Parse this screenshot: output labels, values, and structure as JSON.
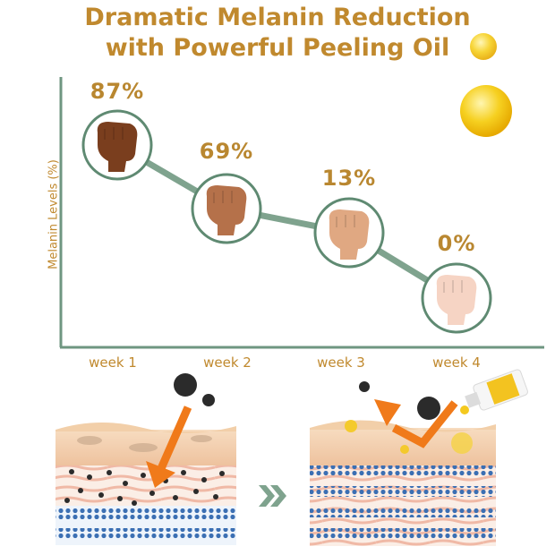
{
  "title": {
    "line1": "Dramatic Melanin Reduction",
    "line2": "with Powerful Peeling Oil"
  },
  "colors": {
    "title": "#c0892e",
    "axis": "#6f9681",
    "line": "#7fa38e",
    "circle_stroke": "#5f8a72",
    "skin_top": "#f4d6b8",
    "melanin": "#2b2b2b",
    "water_dots": "#3b6fb3",
    "arrow": "#f07a1a",
    "oil": "#f4c91e"
  },
  "chart_data": {
    "type": "line",
    "categories": [
      "week 1",
      "week 2",
      "week 3",
      "week 4"
    ],
    "values": [
      87,
      69,
      13,
      0
    ],
    "data_labels": [
      "87%",
      "69%",
      "13%",
      "0%"
    ],
    "ylabel": "Melanin Levels (%)",
    "xlabel": "",
    "ylim": [
      0,
      100
    ],
    "grid": false,
    "marker_icons": [
      "dark-fist-icon",
      "tan-fist-icon",
      "light-fist-icon",
      "pale-fist-icon"
    ],
    "marker_colors": [
      "#7a3e1e",
      "#b5714a",
      "#e0a882",
      "#f6d4c4"
    ]
  },
  "illustration": {
    "before_icon": "melanin-skin-layers-icon",
    "transition_icon": "double-chevron-right-icon",
    "after_icon": "clear-skin-layers-icon",
    "bottle_icon": "oil-bottle-icon"
  }
}
